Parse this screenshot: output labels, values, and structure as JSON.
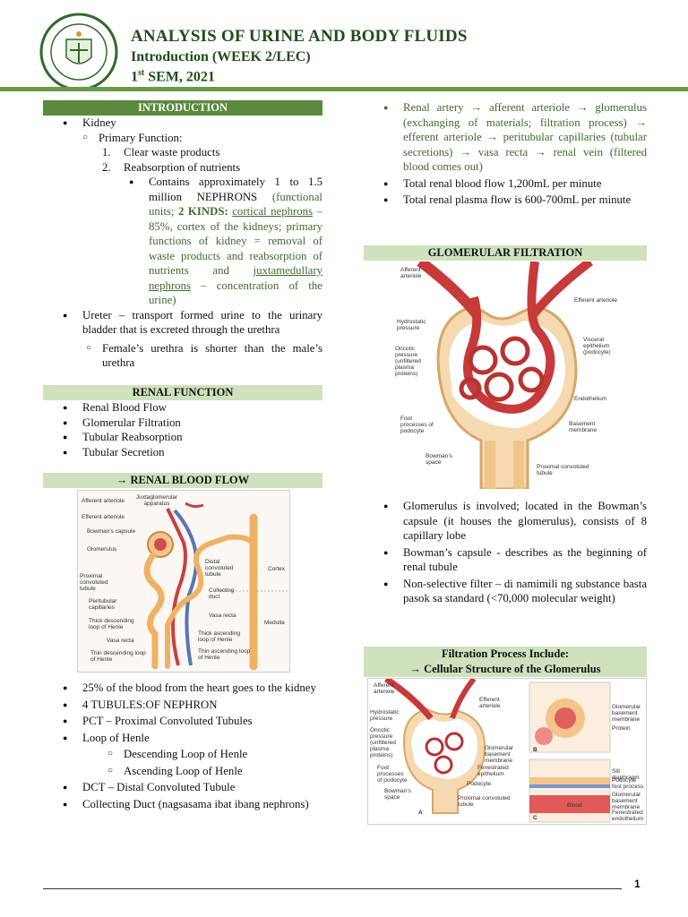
{
  "header": {
    "title": "ANALYSIS OF URINE AND BODY FLUIDS",
    "subtitle": "Introduction (WEEK 2/LEC)",
    "sem_num": "1",
    "sem_sup": "st",
    "sem_rest": " SEM, 2021"
  },
  "sections": {
    "introduction": "INTRODUCTION",
    "renal_function": "RENAL FUNCTION",
    "renal_blood_flow": "→ RENAL BLOOD FLOW",
    "glomerular_filtration": "GLOMERULAR FILTRATION",
    "filtration_process_1": "Filtration Process Include:",
    "filtration_process_2": "→ Cellular Structure of the Glomerulus"
  },
  "intro": {
    "kidney": "Kidney",
    "primary_function": "Primary Function:",
    "pf1": "Clear waste products",
    "pf2": "Reabsorption of nutrients",
    "nephron_a": "Contains approximately 1 to 1.5 million NEPHRONS ",
    "nephron_b": "(functional units; ",
    "nephron_c": "2 KINDS:",
    "nephron_d": " ",
    "nephron_e": "cortical nephrons",
    "nephron_f": " – 85%, cortex of the kidneys; primary functions of kidney = removal of waste products and reabsorption of nutrients and ",
    "nephron_g": "juxtamedullary nephrons",
    "nephron_h": " – concentration of the urine)",
    "ureter": "Ureter – transport formed urine to the urinary bladder that is excreted through the urethra",
    "urethra": "Female’s urethra is shorter than the male’s urethra"
  },
  "renal_function_items": [
    "Renal Blood Flow",
    "Glomerular Filtration",
    "Tubular Reabsorption",
    "Tubular Secretion"
  ],
  "blood_flow_fig": {
    "labels": [
      "Juxtaglomerular apparatus",
      "Afferent arteriole",
      "Efferent arteriole",
      "Bowman’s capsule",
      "Glomerulus",
      "Proximal convoluted tubule",
      "Peritubular capillaries",
      "Thick descending loop of Henle",
      "Vasa recta",
      "Thin descending loop of Henle",
      "Distal convoluted tubule",
      "Collecting duct",
      "Vasa recta",
      "Thick ascending loop of Henle",
      "Thin ascending loop of Henle",
      "Cortex",
      "Medulla"
    ]
  },
  "left_bottom": {
    "b1": "25% of the blood from the heart goes to the kidney",
    "b2": "4 TUBULES:OF NEPHRON",
    "b3": "PCT – Proximal Convoluted Tubules",
    "b4": "Loop of Henle",
    "b4a": "Descending Loop of Henle",
    "b4b": "Ascending Loop of Henle",
    "b5": "DCT – Distal Convoluted Tubule",
    "b6": "Collecting Duct (nagsasama ibat ibang nephrons)"
  },
  "right_top": {
    "r1": "Renal artery → afferent arteriole → glomerulus (exchanging of materials; filtration process) → efferent arteriole → peritubular capillaries (tubular secretions) → vasa recta → renal vein (filtered blood comes out)",
    "r2": "Total renal blood flow 1,200mL per minute",
    "r3": "Total renal plasma flow is 600-700mL per minute"
  },
  "glom_fig": {
    "labels": [
      "Afferent arteriole",
      "Efferent arteriole",
      "Hydrostatic pressure",
      "Oncotic pressure (unfiltered plasma proteins)",
      "Visceral epithelium (podocyte)",
      "Endothelium",
      "Basement membrane",
      "Foot processes of podocyte",
      "Bowman’s space",
      "Proximal convoluted tubule"
    ]
  },
  "right_mid": {
    "g1": "Glomerulus is involved; located in the Bowman’s capsule (it houses the glomerulus), consists of 8 capillary lobe",
    "g2": "Bowman’s capsule - describes as the beginning of renal tubule",
    "g3": "Non-selective filter – di namimili ng substance basta pasok sa standard (<70,000 molecular weight)"
  },
  "cell_fig": {
    "labels": [
      "Afferent arteriole",
      "Efferent arteriole",
      "Hydrostatic pressure",
      "Oncotic pressure (unfiltered plasma proteins)",
      "Glomerular basement membrane",
      "Fenestrated epithelium",
      "Podocyte",
      "Foot processes of podocyte",
      "Bowman’s space",
      "Proximal convoluted tubule",
      "A",
      "Glomerular basement membrane",
      "Protein",
      "B",
      "Slit diaphragm",
      "Podocyte foot process",
      "Glomerular basement membrane",
      "Fenestrated endothelium",
      "Blood",
      "C"
    ]
  },
  "page_number": "1"
}
